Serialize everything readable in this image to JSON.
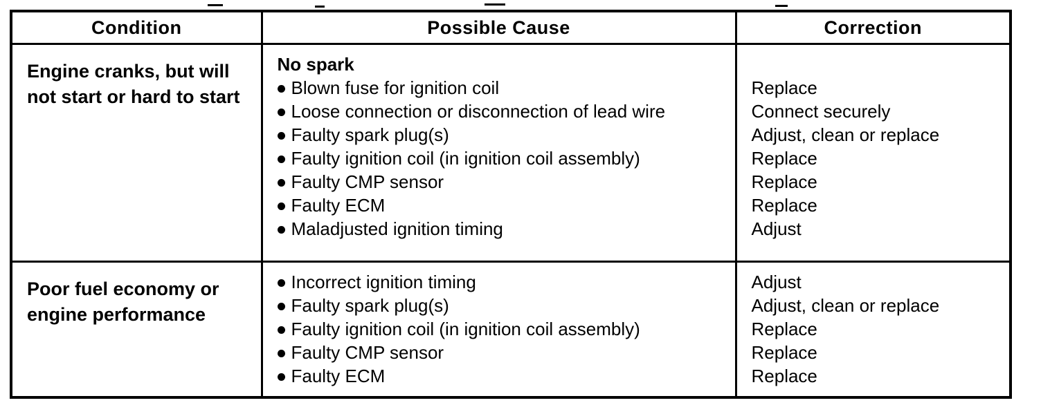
{
  "document": {
    "table": {
      "headers": [
        "Condition",
        "Possible Cause",
        "Correction"
      ],
      "rows": [
        {
          "condition": "Engine cranks, but will not start or hard to start",
          "cause_group_heading": "No spark",
          "causes": [
            "Blown fuse for ignition coil",
            "Loose connection or disconnection of lead wire",
            "Faulty spark plug(s)",
            "Faulty ignition coil (in ignition coil assembly)",
            "Faulty CMP sensor",
            "Faulty ECM",
            "Maladjusted ignition timing"
          ],
          "corrections": [
            "Replace",
            "Connect securely",
            "Adjust, clean or replace",
            "Replace",
            "Replace",
            "Replace",
            "Adjust"
          ]
        },
        {
          "condition": "Poor fuel economy or engine performance",
          "causes": [
            "Incorrect ignition timing",
            "Faulty spark plug(s)",
            "Faulty ignition coil (in ignition coil assembly)",
            "Faulty CMP sensor",
            "Faulty ECM"
          ],
          "corrections": [
            "Adjust",
            "Adjust, clean or replace",
            "Replace",
            "Replace",
            "Replace"
          ]
        }
      ]
    }
  }
}
